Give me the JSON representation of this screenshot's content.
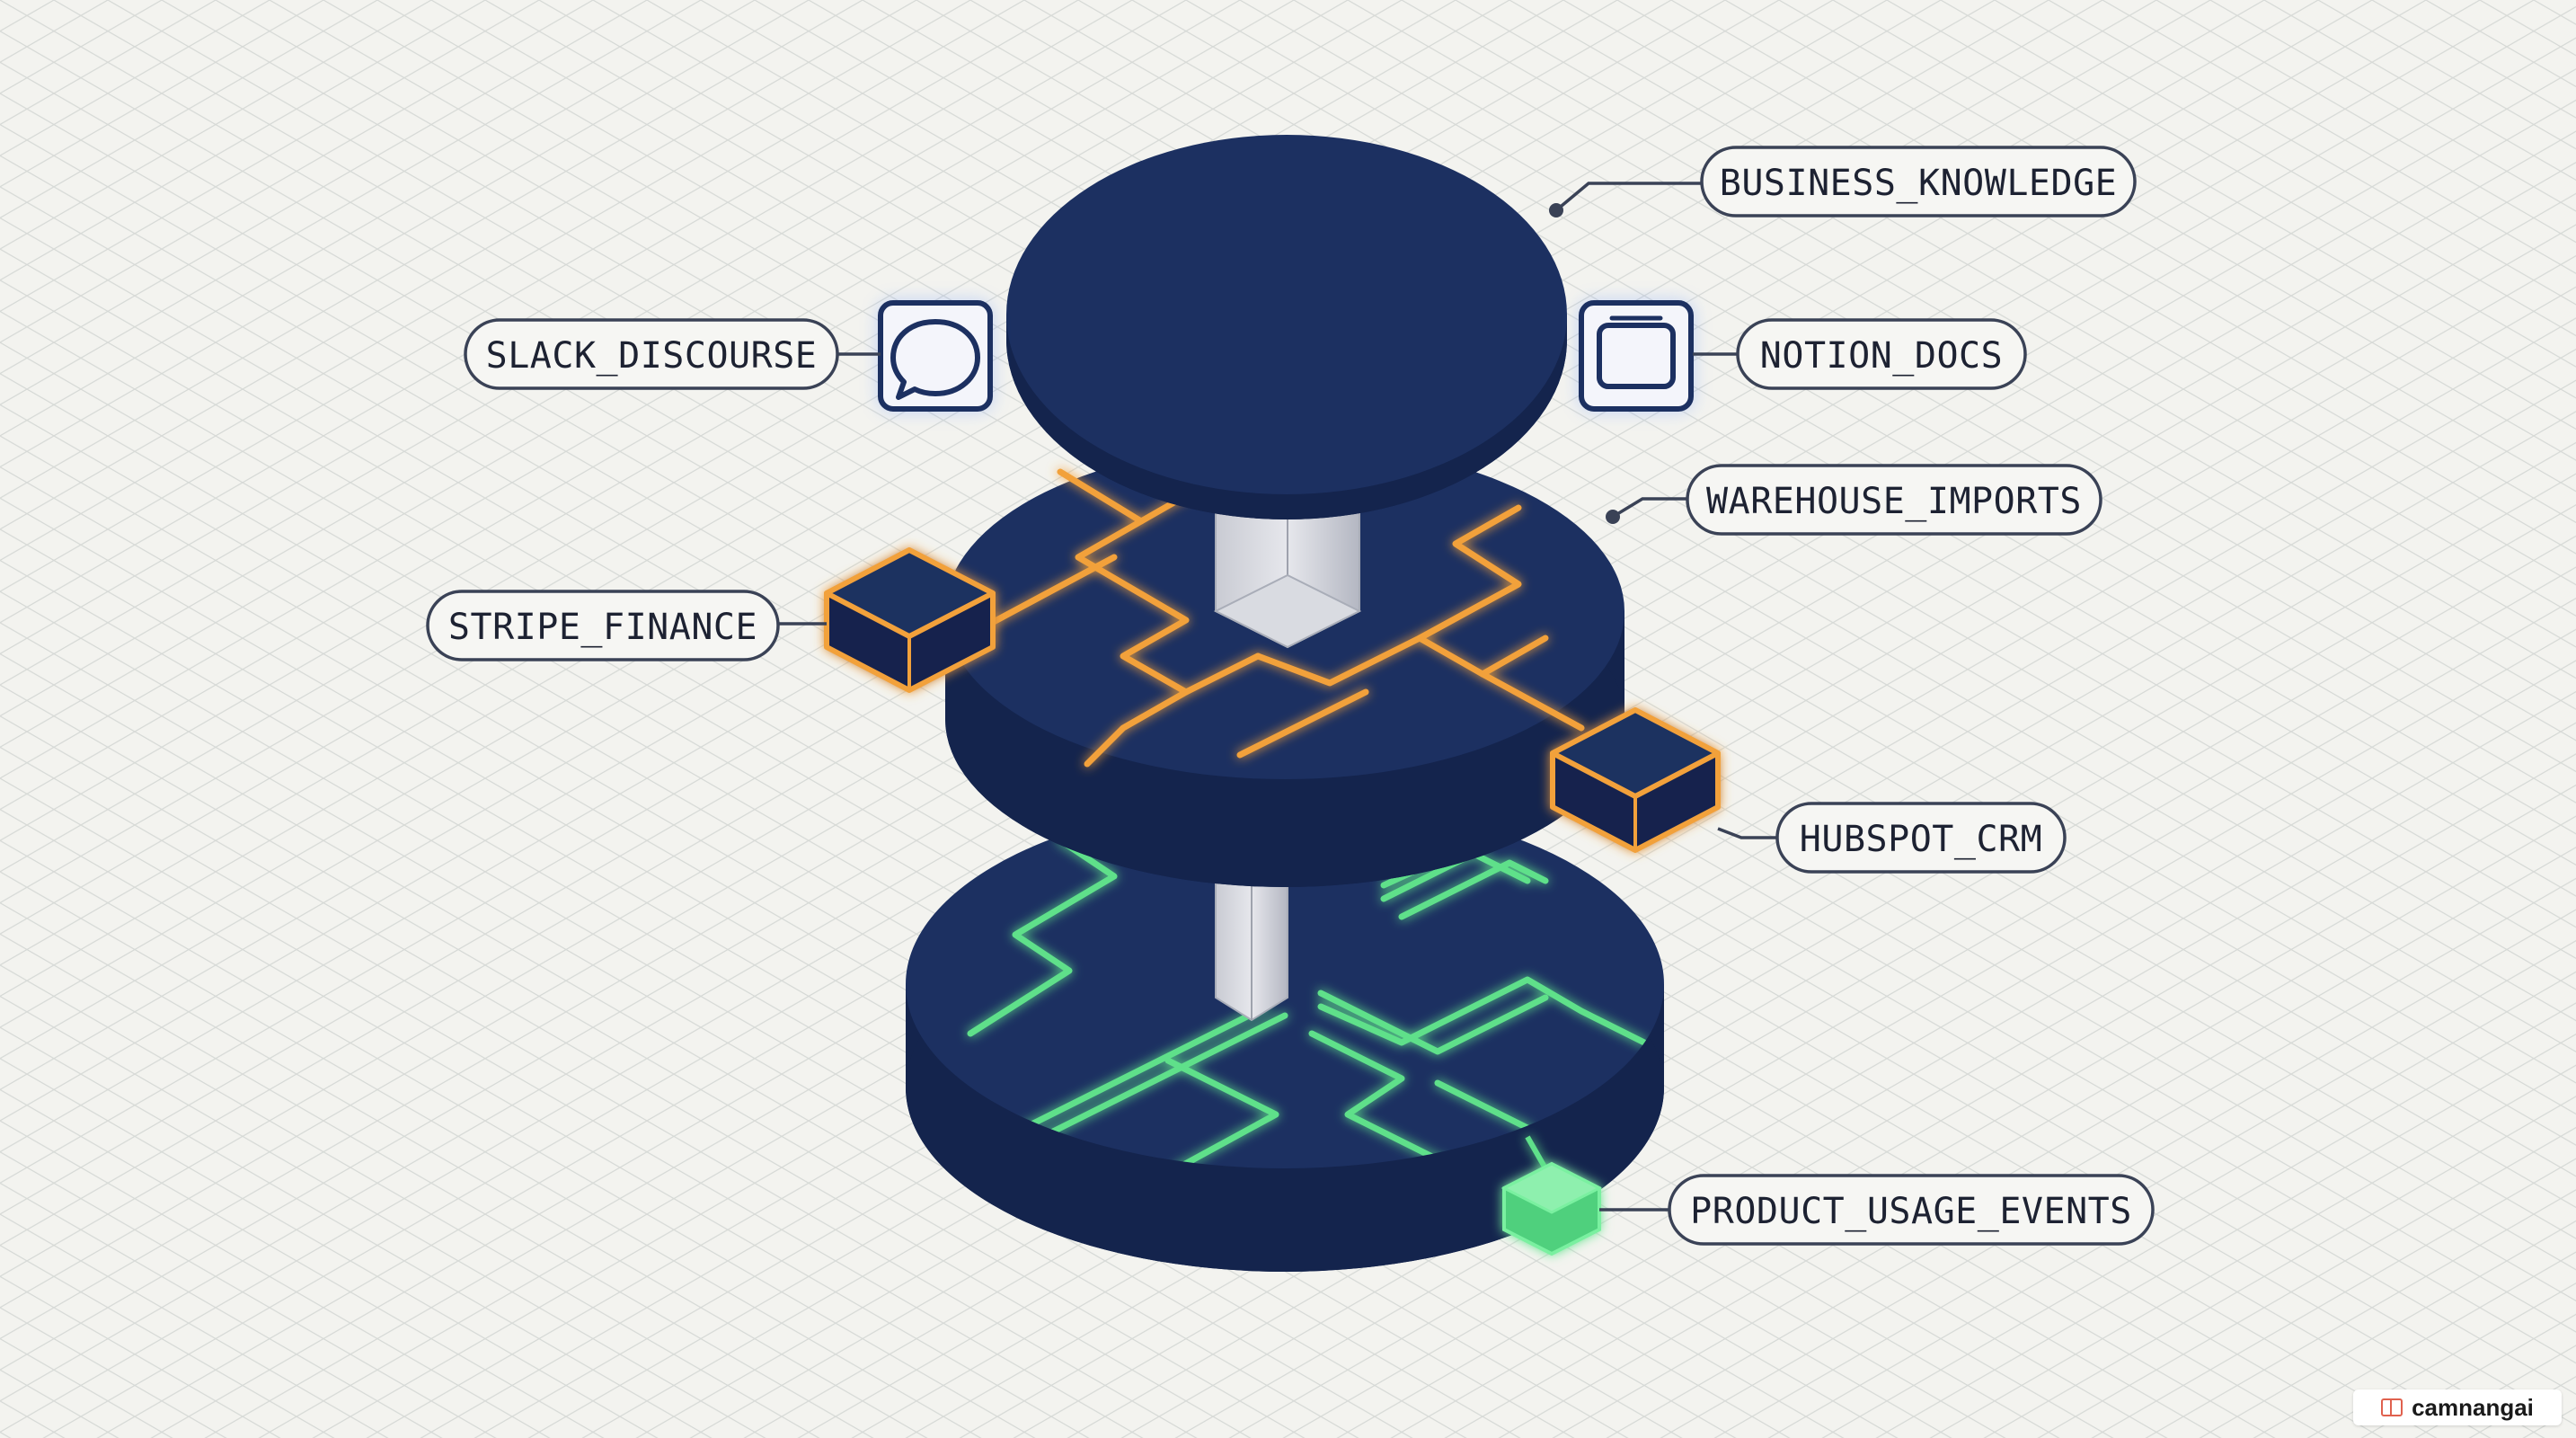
{
  "labels": {
    "business_knowledge": "BUSINESS_KNOWLEDGE",
    "slack_discourse": "SLACK_DISCOURSE",
    "notion_docs": "NOTION_DOCS",
    "warehouse_imports": "WAREHOUSE_IMPORTS",
    "stripe_finance": "STRIPE_FINANCE",
    "hubspot_crm": "HUBSPOT_CRM",
    "product_usage_events": "PRODUCT_USAGE_EVENTS"
  },
  "watermark": "camnangai",
  "icons": {
    "chat": "chat-bubble-icon",
    "window": "window-icon"
  },
  "colors": {
    "disk": "#1c3061",
    "disk_side": "#14244d",
    "orange_circuit": "#f2a13a",
    "green_circuit": "#5fe08a",
    "blue_glow": "#5b8cff",
    "background": "#f3f3ef"
  }
}
